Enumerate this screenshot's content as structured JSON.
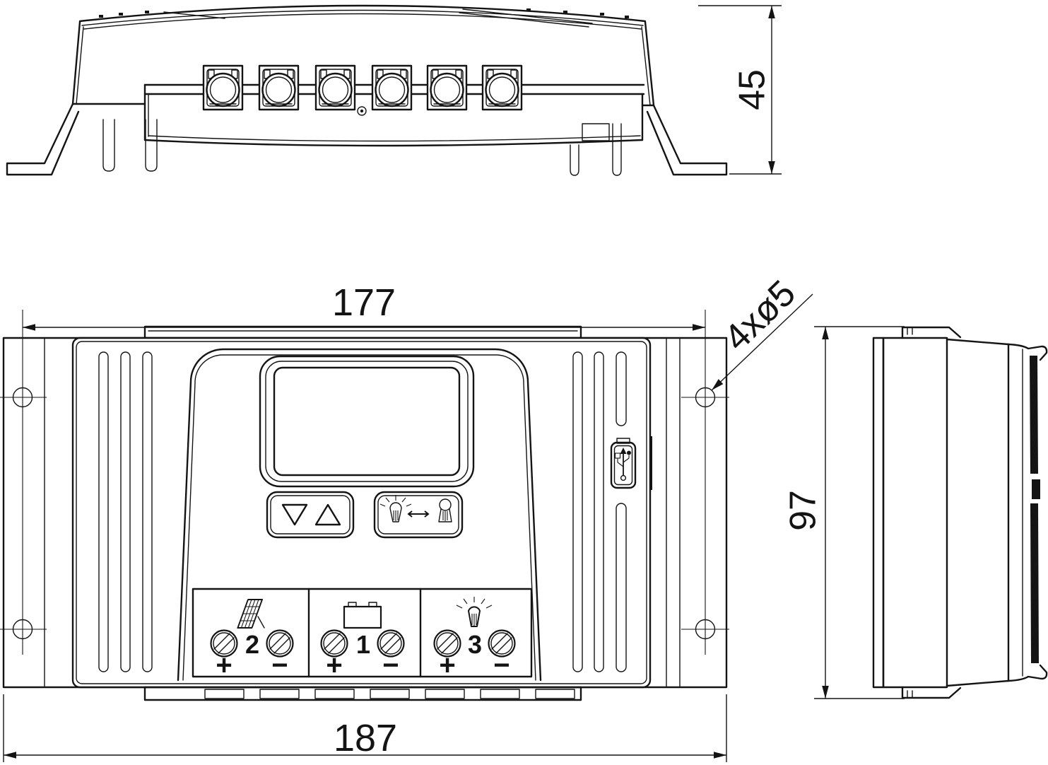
{
  "drawing": {
    "subject": "Solar charge controller dimensional drawing with three orthographic views",
    "line_color": "#141414",
    "background": "#ffffff",
    "dimensions": {
      "top_view_height": "45",
      "mounting_hole_spacing": "177",
      "overall_width": "187",
      "overall_height": "97",
      "mounting_holes": "4xø5"
    },
    "front": {
      "terminals": [
        {
          "icon": "solar-panel-icon",
          "number": "2",
          "plus": "+",
          "minus": "−"
        },
        {
          "icon": "battery-icon",
          "number": "1",
          "plus": "+",
          "minus": "−"
        },
        {
          "icon": "lamp-icon",
          "number": "3",
          "plus": "+",
          "minus": "−"
        }
      ],
      "buttons": [
        {
          "icon": "triangle-down-up-icons"
        },
        {
          "icon": "lamp-toggle-icon"
        }
      ],
      "port": {
        "icon": "usb-icon"
      }
    }
  }
}
